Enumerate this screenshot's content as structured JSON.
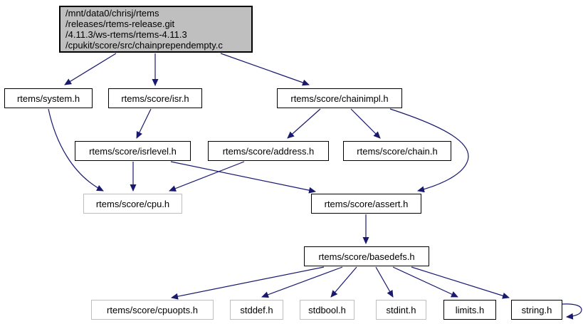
{
  "diagram": {
    "type": "include-dependency-graph",
    "background_color": "#ffffff",
    "edge_color": "#191970",
    "main_node_fill": "#bfbfbf",
    "documented_node_border": "#000000",
    "undocumented_node_border": "#bebebe"
  },
  "nodes": {
    "main": {
      "label_lines": {
        "0": "/mnt/data0/chrisj/rtems",
        "1": "/releases/rtems-release.git",
        "2": "/4.11.3/ws-rtems/rtems-4.11.3",
        "3": "/cpukit/score/src/chainprependempty.c"
      }
    },
    "system": {
      "label": "rtems/system.h"
    },
    "isr": {
      "label": "rtems/score/isr.h"
    },
    "chainimpl": {
      "label": "rtems/score/chainimpl.h"
    },
    "isrlevel": {
      "label": "rtems/score/isrlevel.h"
    },
    "address": {
      "label": "rtems/score/address.h"
    },
    "chain": {
      "label": "rtems/score/chain.h"
    },
    "cpu": {
      "label": "rtems/score/cpu.h"
    },
    "assert": {
      "label": "rtems/score/assert.h"
    },
    "basedefs": {
      "label": "rtems/score/basedefs.h"
    },
    "cpuopts": {
      "label": "rtems/score/cpuopts.h"
    },
    "stddef": {
      "label": "stddef.h"
    },
    "stdbool": {
      "label": "stdbool.h"
    },
    "stdint": {
      "label": "stdint.h"
    },
    "limits": {
      "label": "limits.h"
    },
    "string": {
      "label": "string.h"
    }
  },
  "edges": [
    {
      "from": "chainprependempty.c",
      "to": "rtems/system.h"
    },
    {
      "from": "chainprependempty.c",
      "to": "rtems/score/isr.h"
    },
    {
      "from": "chainprependempty.c",
      "to": "rtems/score/chainimpl.h"
    },
    {
      "from": "rtems/system.h",
      "to": "rtems/score/cpu.h"
    },
    {
      "from": "rtems/score/isr.h",
      "to": "rtems/score/isrlevel.h"
    },
    {
      "from": "rtems/score/chainimpl.h",
      "to": "rtems/score/address.h"
    },
    {
      "from": "rtems/score/chainimpl.h",
      "to": "rtems/score/chain.h"
    },
    {
      "from": "rtems/score/chainimpl.h",
      "to": "rtems/score/assert.h"
    },
    {
      "from": "rtems/score/isrlevel.h",
      "to": "rtems/score/cpu.h"
    },
    {
      "from": "rtems/score/isrlevel.h",
      "to": "rtems/score/assert.h"
    },
    {
      "from": "rtems/score/address.h",
      "to": "rtems/score/cpu.h"
    },
    {
      "from": "rtems/score/assert.h",
      "to": "rtems/score/basedefs.h"
    },
    {
      "from": "rtems/score/basedefs.h",
      "to": "rtems/score/cpuopts.h"
    },
    {
      "from": "rtems/score/basedefs.h",
      "to": "stddef.h"
    },
    {
      "from": "rtems/score/basedefs.h",
      "to": "stdbool.h"
    },
    {
      "from": "rtems/score/basedefs.h",
      "to": "stdint.h"
    },
    {
      "from": "rtems/score/basedefs.h",
      "to": "limits.h"
    },
    {
      "from": "rtems/score/basedefs.h",
      "to": "string.h"
    },
    {
      "from": "string.h",
      "to": "string.h"
    }
  ]
}
